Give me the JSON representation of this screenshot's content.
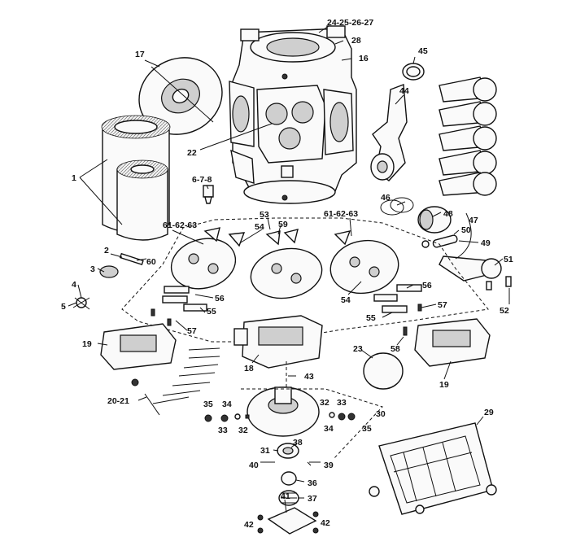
{
  "callouts": {
    "c24": "24-25-26-27",
    "c28": "28",
    "c16": "16",
    "c17": "17",
    "c45": "45",
    "c44": "44",
    "c1": "1",
    "c22": "22",
    "c678": "6-7-8",
    "c46": "46",
    "c47": "47",
    "c48": "48",
    "c50": "50",
    "c49": "49",
    "c51": "51",
    "c52": "52",
    "c53": "53",
    "c59": "59",
    "c54a": "54",
    "c6163a": "61-62-63",
    "c6163b": "61-62-63",
    "c2": "2",
    "c60": "60",
    "c3": "3",
    "c4": "4",
    "c5": "5",
    "c54b": "54",
    "c56a": "56",
    "c56b": "56",
    "c55a": "55",
    "c55b": "55",
    "c57a": "57",
    "c57b": "57",
    "c58": "58",
    "c19a": "19",
    "c19b": "19",
    "c18": "18",
    "c43": "43",
    "c23": "23",
    "c2021": "20-21",
    "c35a": "35",
    "c34a": "34",
    "c33a": "33",
    "c32a": "32",
    "c32b": "32",
    "c33b": "33",
    "c30": "30",
    "c34b": "34",
    "c35b": "35",
    "c29": "29",
    "c31": "31",
    "c38": "38",
    "c40": "40",
    "c39": "39",
    "c36": "36",
    "c37": "37",
    "c41": "41",
    "c42a": "42",
    "c42b": "42"
  }
}
